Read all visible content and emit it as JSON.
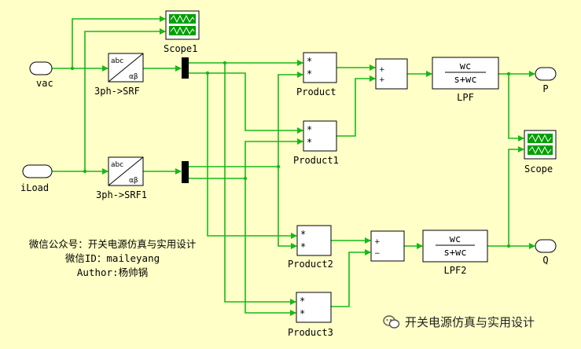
{
  "blocks": {
    "vac": "vac",
    "iload": "iLoad",
    "srf": "3ph->SRF",
    "srf1": "3ph->SRF1",
    "scope1": "Scope1",
    "scope": "Scope",
    "product": "Product",
    "product1": "Product1",
    "product2": "Product2",
    "product3": "Product3",
    "lpf": "LPF",
    "lpf2": "LPF2",
    "out_p": "P",
    "out_q": "Q"
  },
  "block_text": {
    "srf_top": "abc",
    "srf_bottom": "αβ",
    "mult": "*",
    "plus": "+",
    "minus": "−",
    "tf_num": "wc",
    "tf_den": "s+wc"
  },
  "notes": {
    "line1": "微信公众号：开关电源仿真与实用设计",
    "line2": "微信ID：maileyang",
    "line3": "Author:杨帅锅"
  },
  "watermark": {
    "text": "开关电源仿真与实用设计"
  },
  "colors": {
    "background": "#FFFFC8",
    "wire": "#18B818",
    "scope_screen": "#00A000"
  }
}
